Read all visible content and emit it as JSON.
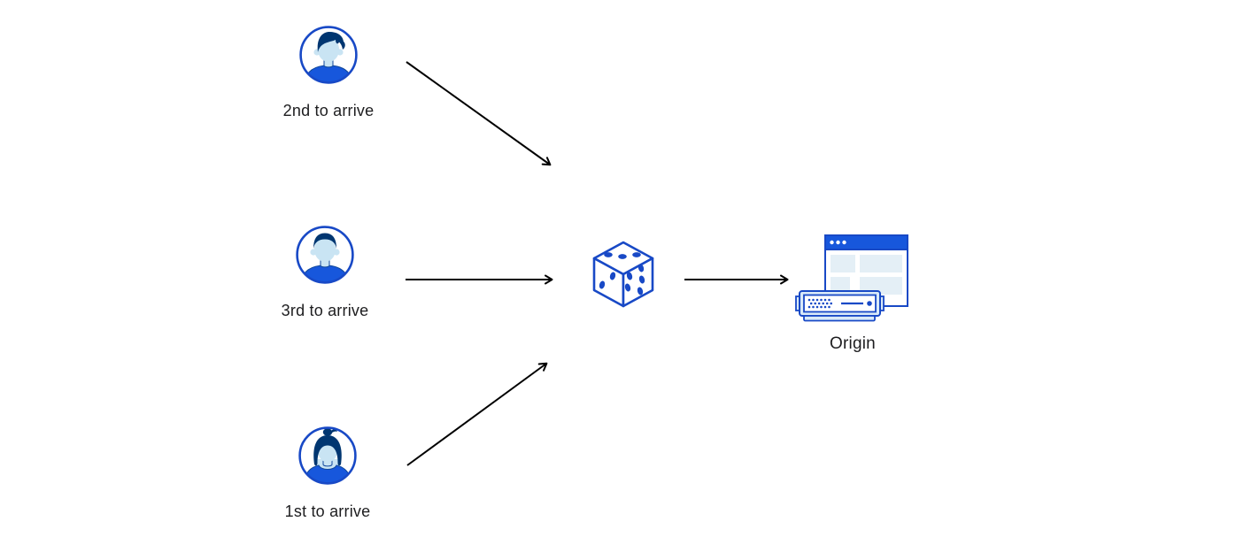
{
  "canvas": {
    "background": "#ffffff"
  },
  "colors": {
    "icon_stroke_blue": "#1849c6",
    "bright_blue": "#1757dc",
    "hair_navy": "#003671",
    "skin_light_blue": "#c9e4f3",
    "panel_pale_blue": "#e4eff6",
    "server_light_blue": "#d9eaf8",
    "arrow_black": "#000000",
    "label_text": "#1d1d1f"
  },
  "diagram": {
    "clients": [
      {
        "label": "2nd to arrive",
        "avatar_icon": "man-wavy-hair-avatar"
      },
      {
        "label": "3rd to arrive",
        "avatar_icon": "man-short-hair-avatar"
      },
      {
        "label": "1st to arrive",
        "avatar_icon": "woman-bun-hair-avatar"
      }
    ],
    "selector": {
      "icon": "dice-icon"
    },
    "origin": {
      "label": "Origin",
      "icon": "origin-server-browser-icon"
    },
    "arrows": [
      {
        "from": "2nd to arrive",
        "to": "dice"
      },
      {
        "from": "3rd to arrive",
        "to": "dice"
      },
      {
        "from": "1st to arrive",
        "to": "dice"
      },
      {
        "from": "dice",
        "to": "Origin"
      }
    ]
  }
}
